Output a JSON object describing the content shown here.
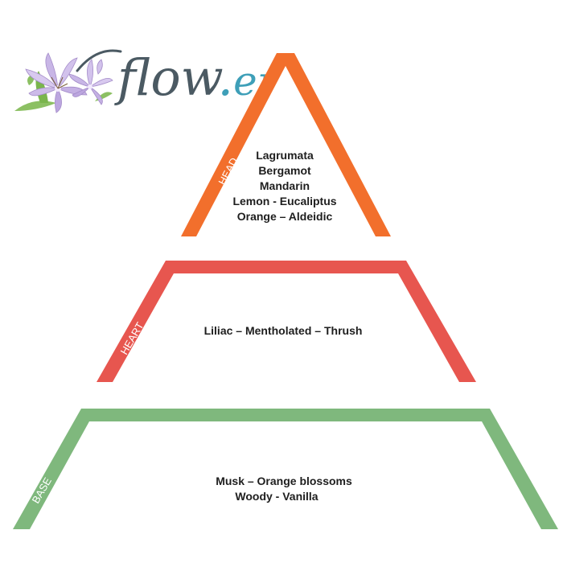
{
  "brand": {
    "name_dark": "flow",
    "dot": ".",
    "name_accent": "er"
  },
  "colors": {
    "head": "#f26f2c",
    "heart": "#e7564f",
    "base": "#7fb87d",
    "brand_dark": "#4b5a63",
    "brand_accent": "#3e9fb8",
    "text": "#1e1e1e"
  },
  "head": {
    "label": "HEAD",
    "notes": [
      "Lagrumata",
      "Bergamot",
      "Mandarin",
      "Lemon - Eucaliptus",
      "Orange  –  Aldeidic"
    ]
  },
  "heart": {
    "label": "HEART",
    "notes": [
      "Liliac  –  Mentholated  –  Thrush"
    ]
  },
  "base": {
    "label": "BASE",
    "notes": [
      "Musk  –  Orange blossoms",
      "Woody - Vanilla"
    ]
  }
}
